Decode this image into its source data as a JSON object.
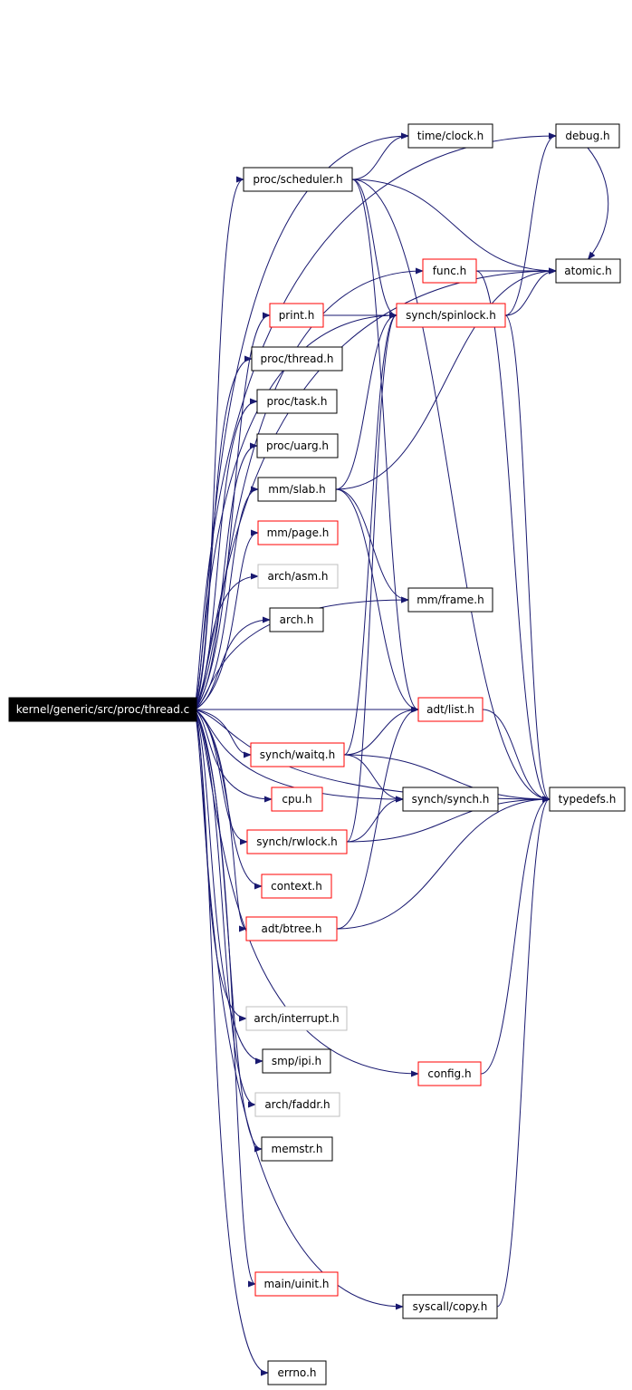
{
  "graph": {
    "root": "kernel/generic/src/proc/thread.c",
    "colors": {
      "edge": "#191970",
      "root_fill": "#000000",
      "root_text": "#ffffff",
      "documented_border": "#000000",
      "has_more_border": "#ff0000",
      "undocumented_border": "#bfbfbf",
      "text": "#000000"
    },
    "nodes": [
      {
        "id": "thread_c",
        "label": "kernel/generic/src/proc/thread.c",
        "style": "root"
      },
      {
        "id": "debug_h",
        "label": "debug.h",
        "style": "documented"
      },
      {
        "id": "time_clock_h",
        "label": "time/clock.h",
        "style": "documented"
      },
      {
        "id": "proc_scheduler_h",
        "label": "proc/scheduler.h",
        "style": "documented"
      },
      {
        "id": "atomic_h",
        "label": "atomic.h",
        "style": "documented"
      },
      {
        "id": "func_h",
        "label": "func.h",
        "style": "has_more"
      },
      {
        "id": "print_h",
        "label": "print.h",
        "style": "has_more"
      },
      {
        "id": "synch_spinlock_h",
        "label": "synch/spinlock.h",
        "style": "has_more"
      },
      {
        "id": "proc_thread_h",
        "label": "proc/thread.h",
        "style": "documented"
      },
      {
        "id": "proc_task_h",
        "label": "proc/task.h",
        "style": "documented"
      },
      {
        "id": "proc_uarg_h",
        "label": "proc/uarg.h",
        "style": "documented"
      },
      {
        "id": "mm_slab_h",
        "label": "mm/slab.h",
        "style": "documented"
      },
      {
        "id": "mm_page_h",
        "label": "mm/page.h",
        "style": "has_more"
      },
      {
        "id": "arch_asm_h",
        "label": "arch/asm.h",
        "style": "undocumented"
      },
      {
        "id": "mm_frame_h",
        "label": "mm/frame.h",
        "style": "documented"
      },
      {
        "id": "arch_h",
        "label": "arch.h",
        "style": "documented"
      },
      {
        "id": "adt_list_h",
        "label": "adt/list.h",
        "style": "has_more"
      },
      {
        "id": "synch_waitq_h",
        "label": "synch/waitq.h",
        "style": "has_more"
      },
      {
        "id": "typedefs_h",
        "label": "typedefs.h",
        "style": "documented"
      },
      {
        "id": "cpu_h",
        "label": "cpu.h",
        "style": "has_more"
      },
      {
        "id": "synch_synch_h",
        "label": "synch/synch.h",
        "style": "documented"
      },
      {
        "id": "synch_rwlock_h",
        "label": "synch/rwlock.h",
        "style": "has_more"
      },
      {
        "id": "context_h",
        "label": "context.h",
        "style": "has_more"
      },
      {
        "id": "adt_btree_h",
        "label": "adt/btree.h",
        "style": "has_more"
      },
      {
        "id": "arch_interrupt_h",
        "label": "arch/interrupt.h",
        "style": "undocumented"
      },
      {
        "id": "smp_ipi_h",
        "label": "smp/ipi.h",
        "style": "documented"
      },
      {
        "id": "config_h",
        "label": "config.h",
        "style": "has_more"
      },
      {
        "id": "arch_faddr_h",
        "label": "arch/faddr.h",
        "style": "undocumented"
      },
      {
        "id": "memstr_h",
        "label": "memstr.h",
        "style": "documented"
      },
      {
        "id": "main_uinit_h",
        "label": "main/uinit.h",
        "style": "has_more"
      },
      {
        "id": "syscall_copy_h",
        "label": "syscall/copy.h",
        "style": "documented"
      },
      {
        "id": "errno_h",
        "label": "errno.h",
        "style": "documented"
      }
    ],
    "edges": [
      [
        "thread_c",
        "debug_h"
      ],
      [
        "thread_c",
        "time_clock_h"
      ],
      [
        "thread_c",
        "proc_scheduler_h"
      ],
      [
        "thread_c",
        "atomic_h"
      ],
      [
        "thread_c",
        "func_h"
      ],
      [
        "thread_c",
        "print_h"
      ],
      [
        "thread_c",
        "synch_spinlock_h"
      ],
      [
        "thread_c",
        "proc_thread_h"
      ],
      [
        "thread_c",
        "proc_task_h"
      ],
      [
        "thread_c",
        "proc_uarg_h"
      ],
      [
        "thread_c",
        "mm_slab_h"
      ],
      [
        "thread_c",
        "mm_page_h"
      ],
      [
        "thread_c",
        "arch_asm_h"
      ],
      [
        "thread_c",
        "mm_frame_h"
      ],
      [
        "thread_c",
        "arch_h"
      ],
      [
        "thread_c",
        "adt_list_h"
      ],
      [
        "thread_c",
        "synch_waitq_h"
      ],
      [
        "thread_c",
        "typedefs_h"
      ],
      [
        "thread_c",
        "cpu_h"
      ],
      [
        "thread_c",
        "synch_synch_h"
      ],
      [
        "thread_c",
        "synch_rwlock_h"
      ],
      [
        "thread_c",
        "context_h"
      ],
      [
        "thread_c",
        "adt_btree_h"
      ],
      [
        "thread_c",
        "arch_interrupt_h"
      ],
      [
        "thread_c",
        "smp_ipi_h"
      ],
      [
        "thread_c",
        "config_h"
      ],
      [
        "thread_c",
        "arch_faddr_h"
      ],
      [
        "thread_c",
        "memstr_h"
      ],
      [
        "thread_c",
        "main_uinit_h"
      ],
      [
        "thread_c",
        "syscall_copy_h"
      ],
      [
        "thread_c",
        "errno_h"
      ],
      [
        "proc_scheduler_h",
        "time_clock_h"
      ],
      [
        "proc_scheduler_h",
        "atomic_h"
      ],
      [
        "proc_scheduler_h",
        "synch_spinlock_h"
      ],
      [
        "proc_scheduler_h",
        "adt_list_h"
      ],
      [
        "proc_scheduler_h",
        "typedefs_h"
      ],
      [
        "func_h",
        "atomic_h"
      ],
      [
        "func_h",
        "typedefs_h"
      ],
      [
        "print_h",
        "synch_spinlock_h"
      ],
      [
        "synch_spinlock_h",
        "debug_h"
      ],
      [
        "synch_spinlock_h",
        "atomic_h"
      ],
      [
        "synch_spinlock_h",
        "typedefs_h"
      ],
      [
        "mm_slab_h",
        "synch_spinlock_h"
      ],
      [
        "mm_slab_h",
        "atomic_h"
      ],
      [
        "mm_slab_h",
        "mm_frame_h"
      ],
      [
        "mm_slab_h",
        "adt_list_h"
      ],
      [
        "adt_list_h",
        "typedefs_h"
      ],
      [
        "synch_waitq_h",
        "synch_spinlock_h"
      ],
      [
        "synch_waitq_h",
        "adt_list_h"
      ],
      [
        "synch_waitq_h",
        "synch_synch_h"
      ],
      [
        "synch_waitq_h",
        "typedefs_h"
      ],
      [
        "synch_rwlock_h",
        "synch_spinlock_h"
      ],
      [
        "synch_rwlock_h",
        "synch_synch_h"
      ],
      [
        "synch_rwlock_h",
        "typedefs_h"
      ],
      [
        "adt_btree_h",
        "adt_list_h"
      ],
      [
        "adt_btree_h",
        "typedefs_h"
      ],
      [
        "config_h",
        "typedefs_h"
      ],
      [
        "syscall_copy_h",
        "typedefs_h"
      ],
      [
        "debug_h",
        "atomic_h"
      ]
    ]
  }
}
